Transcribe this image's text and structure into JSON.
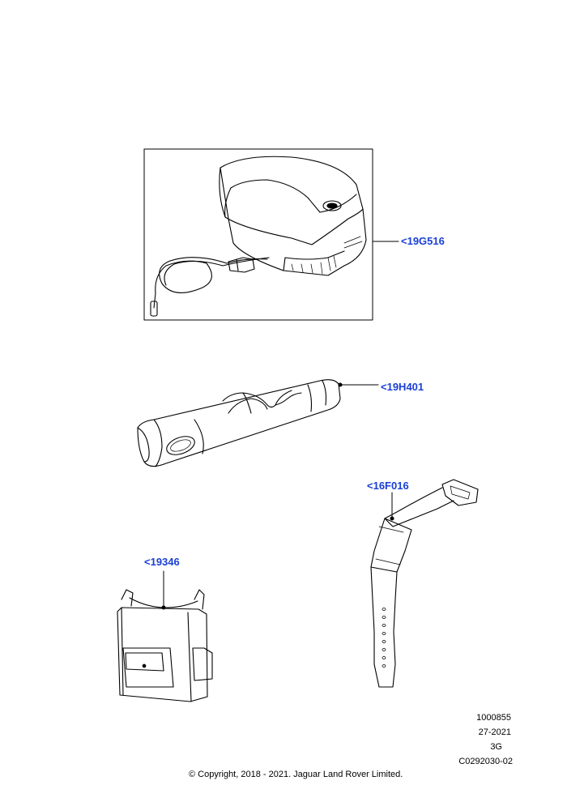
{
  "callouts": {
    "cooler": "<19G516",
    "bag": "<19H401",
    "strap": "<16F016",
    "holdall": "<19346"
  },
  "meta": {
    "ref": "1000855",
    "date": "27-2021",
    "grade": "3G",
    "code": "C0292030-02"
  },
  "copyright": "© Copyright, 2018 - 2021. Jaguar Land Rover Limited.",
  "colors": {
    "callout": "#1a3fd6",
    "line": "#000000"
  }
}
